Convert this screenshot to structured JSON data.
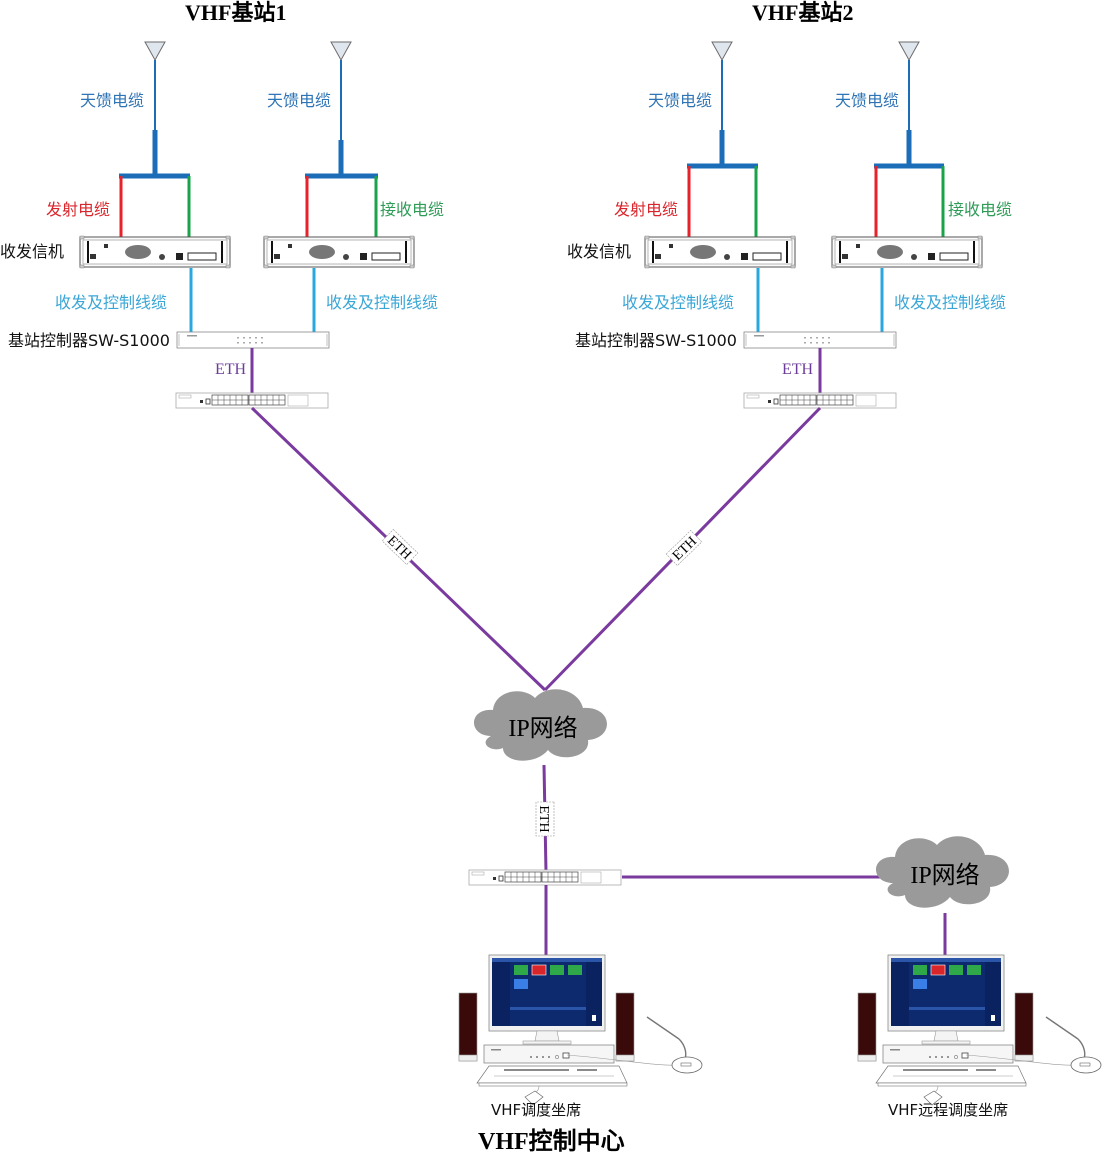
{
  "colors": {
    "antenna_cable": "#1b6db8",
    "tx_cable": "#e8222a",
    "rx_cable": "#1aa34a",
    "control_cable": "#29a8e0",
    "eth_cable": "#7a3a9e",
    "cloud": "#9a9a9a",
    "label_antenna": "#2f74b5",
    "label_tx": "#d9262c",
    "label_rx": "#2e9b57",
    "label_control": "#3aa6d6",
    "label_eth": "#6b3d99"
  },
  "stations": [
    {
      "title": "VHF基站1",
      "antenna_labels": [
        "天馈电缆",
        "天馈电缆"
      ],
      "tx_label": "发射电缆",
      "rx_label": "接收电缆",
      "transceiver_label": "收发信机",
      "control_cable_labels": [
        "收发及控制线缆",
        "收发及控制线缆"
      ],
      "controller_label": "基站控制器SW-S1000",
      "eth_label": "ETH"
    },
    {
      "title": "VHF基站2",
      "antenna_labels": [
        "天馈电缆",
        "天馈电缆"
      ],
      "tx_label": "发射电缆",
      "rx_label": "接收电缆",
      "transceiver_label": "收发信机",
      "control_cable_labels": [
        "收发及控制线缆",
        "收发及控制线缆"
      ],
      "controller_label": "基站控制器SW-S1000",
      "eth_label": "ETH"
    }
  ],
  "links": {
    "eth_left": "ETH",
    "eth_right": "ETH",
    "eth_down": "ETH"
  },
  "clouds": {
    "main": "IP网络",
    "remote": "IP网络"
  },
  "consoles": {
    "dispatch": "VHF调度坐席",
    "remote_dispatch": "VHF远程调度坐席"
  },
  "center_title": "VHF控制中心"
}
